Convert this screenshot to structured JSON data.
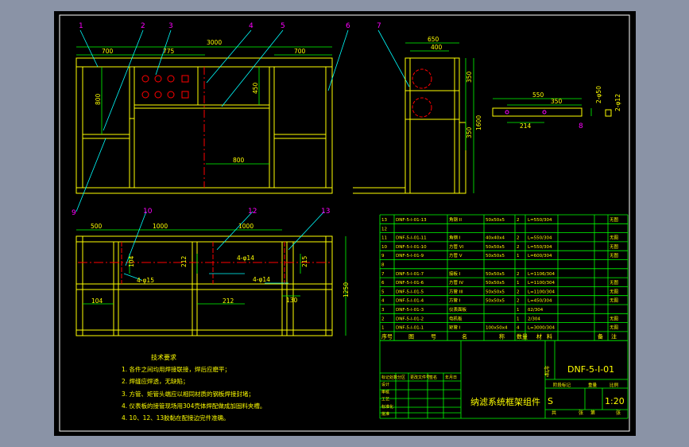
{
  "dimensions": {
    "d3000": "3000",
    "d700a": "700",
    "d775": "775",
    "d700b": "700",
    "d800v": "800",
    "d450": "450",
    "d800h": "800",
    "d650": "650",
    "d400": "400",
    "d350a": "350",
    "d350b": "350",
    "d1600": "1600",
    "d550": "550",
    "d350c": "350",
    "d214": "214",
    "d2phi50": "2-φ50",
    "d2phi12": "2-φ12",
    "d500": "500",
    "d1000a": "1000",
    "d1000b": "1000",
    "d104a": "104",
    "d4phi15": "4-φ15",
    "d212a": "212",
    "d4phi14a": "4-φ14",
    "d4phi14b": "4-φ14",
    "d215": "215",
    "d104b": "104",
    "d212b": "212",
    "d130": "130",
    "d1250": "1250"
  },
  "balloons": [
    "1",
    "2",
    "3",
    "4",
    "5",
    "6",
    "7",
    "8",
    "9",
    "10",
    "12",
    "13"
  ],
  "notes": {
    "title": "技术要求",
    "items": [
      "1. 各件之间均用焊接联接，焊后应磨平；",
      "2. 焊缝应焊透，无缺陷；",
      "3. 方管、矩管头端应以相同材质的钢板焊接封堵；",
      "4. 仪表板的接管现场用304壳体焊配做成加固料夹槽。",
      "4. 10、12、13胶黏在配接边完件准确。"
    ]
  },
  "bom": {
    "headers": [
      "序号",
      "图",
      "号",
      "名",
      "称",
      "数量",
      "材",
      "料",
      "备",
      "注"
    ],
    "rows": [
      [
        "13",
        "DNF-5-I-01-13",
        "角钢 II",
        "50x50x5",
        "2",
        "L=550/304",
        "无图"
      ],
      [
        "12",
        "",
        "",
        "",
        "",
        "",
        ""
      ],
      [
        "11",
        "DNF-5-I-01-11",
        "角钢 I",
        "40x40x4",
        "2",
        "L=550/304",
        "无图"
      ],
      [
        "10",
        "DNF-5-I-01-10",
        "方管 VI",
        "50x50x5",
        "2",
        "L=550/304",
        "无图"
      ],
      [
        "9",
        "DNF-5-I-01-9",
        "方管 V",
        "50x50x5",
        "1",
        "L=600/304",
        "无图"
      ],
      [
        "8",
        "",
        "",
        "",
        "",
        "",
        ""
      ],
      [
        "7",
        "DNF-5-I-01-7",
        "接板 I",
        "50x50x5",
        "2",
        "L=1106/304",
        ""
      ],
      [
        "6",
        "DNF-5-I-01-6",
        "方管 IV",
        "50x50x5",
        "1",
        "L=1100/304",
        "无图"
      ],
      [
        "5",
        "DNF-5-I-01-5",
        "方管 III",
        "50x50x5",
        "2",
        "L=1100/304",
        "无图"
      ],
      [
        "4",
        "DNF-5-I-01-4",
        "方管 I",
        "50x50x5",
        "2",
        "L=450/304",
        "无图"
      ],
      [
        "3",
        "DNF-5-I-01-3",
        "仪表面板",
        "",
        "1",
        "δ2/304",
        ""
      ],
      [
        "2",
        "DNF-5-I-01-2",
        "电机板",
        "",
        "1",
        "2/304",
        "无图"
      ],
      [
        "1",
        "DNF-5-I-01-1",
        "矩管 I",
        "100x50x4",
        "4",
        "L=3000/304",
        "无图"
      ]
    ]
  },
  "title_block": {
    "code_label": "代号",
    "drawing_no": "DNF-5-I-01",
    "title": "纳滤系统框架组件",
    "scale_label": "比例",
    "scale": "1:20",
    "stage_label": "阶段标记",
    "weight_label": "重量",
    "stage": "S",
    "sheet_total_label": "共",
    "sheet_label": "张",
    "sheet_no_label": "第",
    "sheet_no_tail": "张",
    "sign_rows": [
      "标记处数",
      "设计",
      "审核",
      "工艺",
      "标准化",
      "批准"
    ],
    "sign_cols": [
      "分区",
      "更改文件号",
      "签名",
      "年月日"
    ]
  },
  "colors": {
    "frame": "#ffffff",
    "outline": "#ffff00",
    "dimension": "#00ff00",
    "center": "#ff0000",
    "leader": "#00ffff",
    "balloon": "#ff00ff",
    "text": "#ffff00",
    "table_line": "#00ff00",
    "table_text": "#ffff00"
  }
}
